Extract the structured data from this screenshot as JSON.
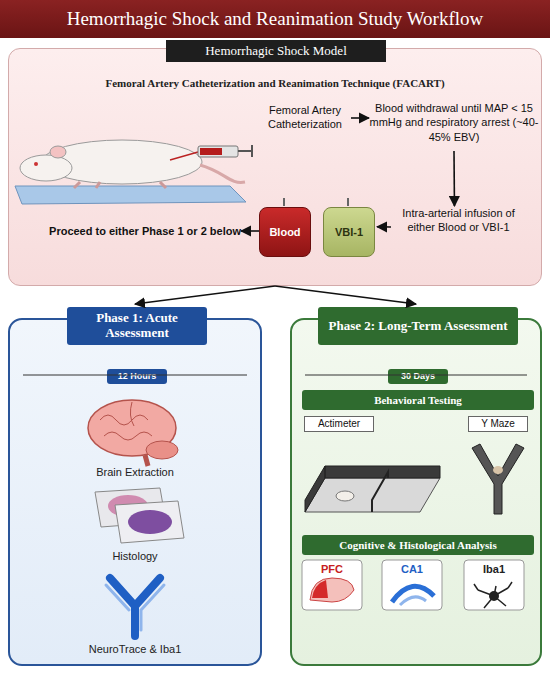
{
  "diagram": {
    "title": "Hemorrhagic Shock and Reanimation Study Workflow",
    "nodes": [
      {
        "text": [
          "Hemorrhagic Shock Model",
          "Femoral Artery Catheterization and Reanimation Technique (FACART)"
        ]
      },
      {
        "text": [
          "Femoral Artery Catheterization"
        ],
        "in": 0
      },
      {
        "text": [
          "Blood withdrawal until MAP < 15 mmHg and respiratory arrest (~40-45% EBV)"
        ],
        "in": 0
      },
      {
        "text": [
          "Intra-arterial infusion of either Blood or VBI-1"
        ],
        "in": 0
      },
      {
        "text": [
          "Blood",
          "VBI-1"
        ],
        "in": 0
      },
      {
        "text": [
          "Proceed to either Phase 1 or 2 below"
        ],
        "in": 0
      },
      {
        "text": [
          "Phase 1: Acute Assessment",
          "12 Hours"
        ]
      },
      {
        "text": [
          "Phase 2: Long-Term Assessment",
          "30 Days"
        ]
      },
      {
        "text": [
          "Behavioral Testing"
        ],
        "in": 7
      },
      {
        "text": [
          "Actimeter"
        ],
        "in": 8
      },
      {
        "text": [
          "Y Maze"
        ],
        "in": 8
      },
      {
        "text": [
          "Cognitive & Histological Analysis"
        ],
        "in": 7
      }
    ],
    "edges": [
      {
        "from": 1,
        "to": 2,
        "arrow": "to"
      },
      {
        "from": 2,
        "to": 3,
        "arrow": "to"
      },
      {
        "from": 3,
        "to": 4,
        "arrow": "to"
      },
      {
        "from": 4,
        "to": 5,
        "arrow": "to"
      },
      {
        "from": 0,
        "to": 6,
        "arrow": "to"
      },
      {
        "from": 0,
        "to": 7,
        "arrow": "to"
      }
    ],
    "labels": [
      "Brain Extraction",
      "Histology",
      "NeuroTrace & Iba1",
      "PFC",
      "CA1",
      "Iba1"
    ]
  }
}
